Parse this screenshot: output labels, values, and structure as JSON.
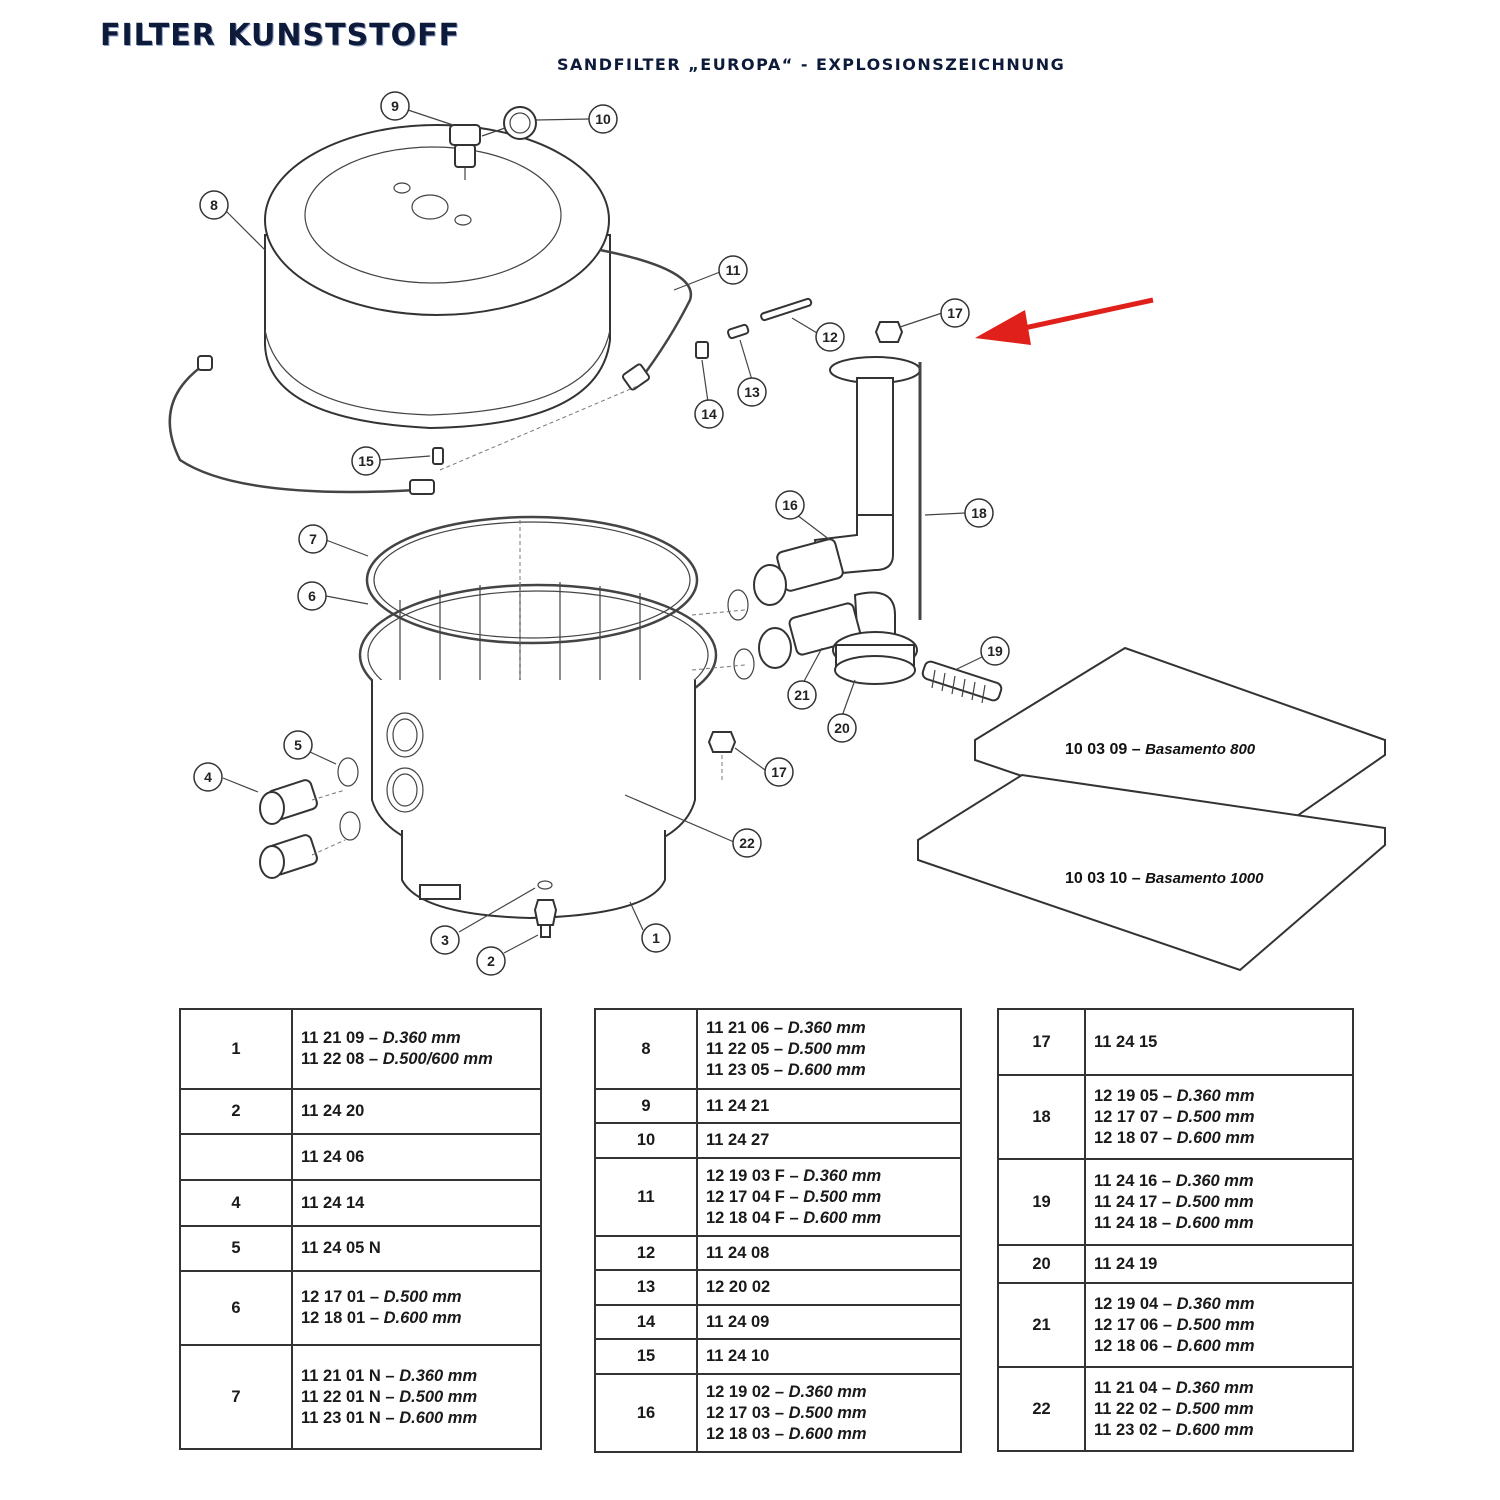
{
  "header": {
    "title": "FILTER KUNSTSTOFF",
    "subtitle": "SANDFILTER „EUROPA“ - EXPLOSIONSZEICHNUNG"
  },
  "callouts": [
    "1",
    "2",
    "3",
    "4",
    "5",
    "6",
    "7",
    "8",
    "9",
    "10",
    "11",
    "12",
    "13",
    "14",
    "15",
    "16",
    "17",
    "17",
    "18",
    "19",
    "20",
    "21",
    "22"
  ],
  "bases": [
    {
      "code": "10 03 09",
      "name": "Basamento 800"
    },
    {
      "code": "10 03 10",
      "name": "Basamento 1000"
    }
  ],
  "accent_color": "#e0201a",
  "tables": [
    {
      "rows": [
        {
          "part": "1",
          "lines": [
            {
              "code": "11 21 09",
              "spec": "D.360 mm"
            },
            {
              "code": "11 22 08",
              "spec": "D.500/600 mm"
            }
          ],
          "h": 80
        },
        {
          "part": "2",
          "lines": [
            {
              "code": "11 24 20",
              "spec": ""
            }
          ],
          "h": 45
        },
        {
          "part": "",
          "lines": [
            {
              "code": "11 24 06",
              "spec": ""
            }
          ],
          "h": 46
        },
        {
          "part": "4",
          "lines": [
            {
              "code": "11 24 14",
              "spec": ""
            }
          ],
          "h": 46
        },
        {
          "part": "5",
          "lines": [
            {
              "code": "11 24 05 N",
              "spec": ""
            }
          ],
          "h": 45
        },
        {
          "part": "6",
          "lines": [
            {
              "code": "12 17 01",
              "spec": "D.500 mm"
            },
            {
              "code": "12 18 01",
              "spec": "D.600 mm"
            }
          ],
          "h": 74
        },
        {
          "part": "7",
          "lines": [
            {
              "code": "11 21 01 N",
              "spec": "D.360 mm"
            },
            {
              "code": "11 22 01 N",
              "spec": "D.500 mm"
            },
            {
              "code": "11 23 01 N",
              "spec": "D.600 mm"
            }
          ],
          "h": 104
        }
      ]
    },
    {
      "rows": [
        {
          "part": "8",
          "lines": [
            {
              "code": "11 21 06",
              "spec": "D.360 mm"
            },
            {
              "code": "11 22 05",
              "spec": "D.500 mm"
            },
            {
              "code": "11 23 05",
              "spec": "D.600 mm"
            }
          ],
          "h": 80
        },
        {
          "part": "9",
          "lines": [
            {
              "code": "11 24 21",
              "spec": ""
            }
          ],
          "h": 34
        },
        {
          "part": "10",
          "lines": [
            {
              "code": "11 24 27",
              "spec": ""
            }
          ],
          "h": 35
        },
        {
          "part": "11",
          "lines": [
            {
              "code": "12 19 03 F",
              "spec": "D.360 mm"
            },
            {
              "code": "12 17 04 F",
              "spec": "D.500 mm"
            },
            {
              "code": "12 18 04 F",
              "spec": "D.600 mm"
            }
          ],
          "h": 78
        },
        {
          "part": "12",
          "lines": [
            {
              "code": "11 24 08",
              "spec": ""
            }
          ],
          "h": 34
        },
        {
          "part": "13",
          "lines": [
            {
              "code": "12 20 02",
              "spec": ""
            }
          ],
          "h": 35
        },
        {
          "part": "14",
          "lines": [
            {
              "code": "11 24 09",
              "spec": ""
            }
          ],
          "h": 34
        },
        {
          "part": "15",
          "lines": [
            {
              "code": "11 24 10",
              "spec": ""
            }
          ],
          "h": 35
        },
        {
          "part": "16",
          "lines": [
            {
              "code": "12 19 02",
              "spec": "D.360 mm"
            },
            {
              "code": "12 17 03",
              "spec": "D.500 mm"
            },
            {
              "code": "12 18 03",
              "spec": "D.600 mm"
            }
          ],
          "h": 78
        }
      ]
    },
    {
      "rows": [
        {
          "part": "17",
          "lines": [
            {
              "code": "11 24 15",
              "spec": ""
            }
          ],
          "h": 66
        },
        {
          "part": "18",
          "lines": [
            {
              "code": "12 19 05",
              "spec": "D.360 mm"
            },
            {
              "code": "12 17 07",
              "spec": "D.500 mm"
            },
            {
              "code": "12 18 07",
              "spec": "D.600 mm"
            }
          ],
          "h": 84
        },
        {
          "part": "19",
          "lines": [
            {
              "code": "11 24 16",
              "spec": "D.360 mm"
            },
            {
              "code": "11 24 17",
              "spec": "D.500 mm"
            },
            {
              "code": "11 24 18",
              "spec": "D.600 mm"
            }
          ],
          "h": 86
        },
        {
          "part": "20",
          "lines": [
            {
              "code": "11 24 19",
              "spec": ""
            }
          ],
          "h": 38
        },
        {
          "part": "21",
          "lines": [
            {
              "code": "12 19 04",
              "spec": "D.360 mm"
            },
            {
              "code": "12 17 06",
              "spec": "D.500 mm"
            },
            {
              "code": "12 18 06",
              "spec": "D.600 mm"
            }
          ],
          "h": 84
        },
        {
          "part": "22",
          "lines": [
            {
              "code": "11 21 04",
              "spec": "D.360 mm"
            },
            {
              "code": "11 22 02",
              "spec": "D.500 mm"
            },
            {
              "code": "11 23 02",
              "spec": "D.600 mm"
            }
          ],
          "h": 84
        }
      ]
    }
  ]
}
